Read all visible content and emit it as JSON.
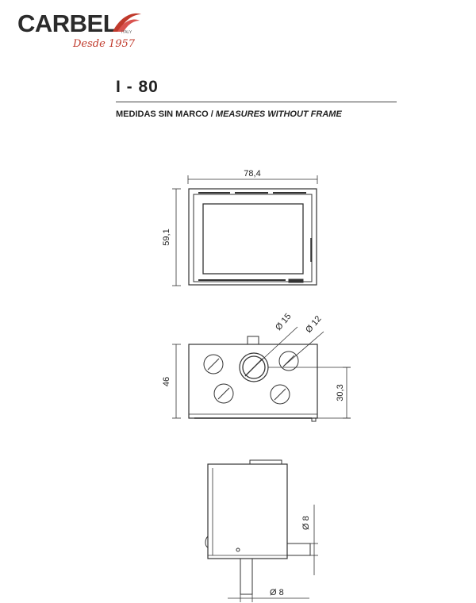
{
  "brand": {
    "name": "CARBEL",
    "tagline": "Desde 1957",
    "country": "ITALY"
  },
  "title": "I - 80",
  "subtitle": {
    "es": "MEDIDAS SIN MARCO /",
    "en": "MEASURES WITHOUT FRAME"
  },
  "front_view": {
    "width": "78,4",
    "height": "59,1"
  },
  "top_view": {
    "depth": "46",
    "offset": "30,3",
    "dia_large": "Ø 15",
    "dia_small": "Ø 12"
  },
  "side_view": {
    "pipe_side": "Ø 8",
    "pipe_bottom": "Ø 8"
  },
  "colors": {
    "line": "#333333",
    "brand_red": "#c0392b"
  }
}
